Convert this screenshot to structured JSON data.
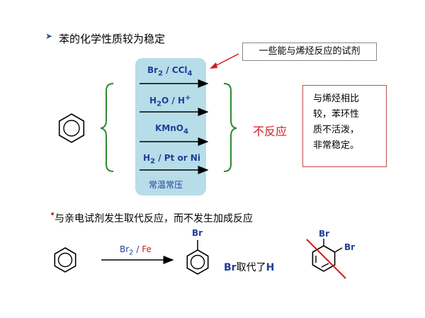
{
  "title": "苯的化学性质较为稳定",
  "reagents": [
    {
      "main": "Br",
      "sub": "2",
      "rest": " / CCl",
      "sub2": "4"
    },
    {
      "main": "H",
      "sub": "2",
      "rest": "O / H",
      "sup": "+"
    },
    {
      "main": "KMnO",
      "sub": "4"
    },
    {
      "main": "H",
      "sub": "2",
      "rest": " / Pt or Ni"
    }
  ],
  "condition": "常温常压",
  "callout": "一些能与烯烃反应的试剂",
  "no_reaction": "不反应",
  "note_lines": [
    "与烯烃相比",
    "较，苯环性",
    "质不活泼，",
    "非常稳定。"
  ],
  "sub_heading": "与亲电试剂发生取代反应，而不发生加成反应",
  "substitution": {
    "reagent_main": "Br",
    "reagent_sub": "2",
    "reagent_sep": " / ",
    "reagent_catalyst": "Fe",
    "product_label": "Br",
    "result_br": "Br",
    "result_mid": "取代了",
    "result_h": "H"
  },
  "addition_labels": [
    "Br",
    "Br"
  ],
  "colors": {
    "accent_blue": "#1f3d99",
    "red": "#d11a1a",
    "box_fill": "#b7dde8",
    "bracket_green": "#2e8b2e"
  },
  "icons": [
    "chevron-right-icon",
    "bullet-dot-icon"
  ]
}
